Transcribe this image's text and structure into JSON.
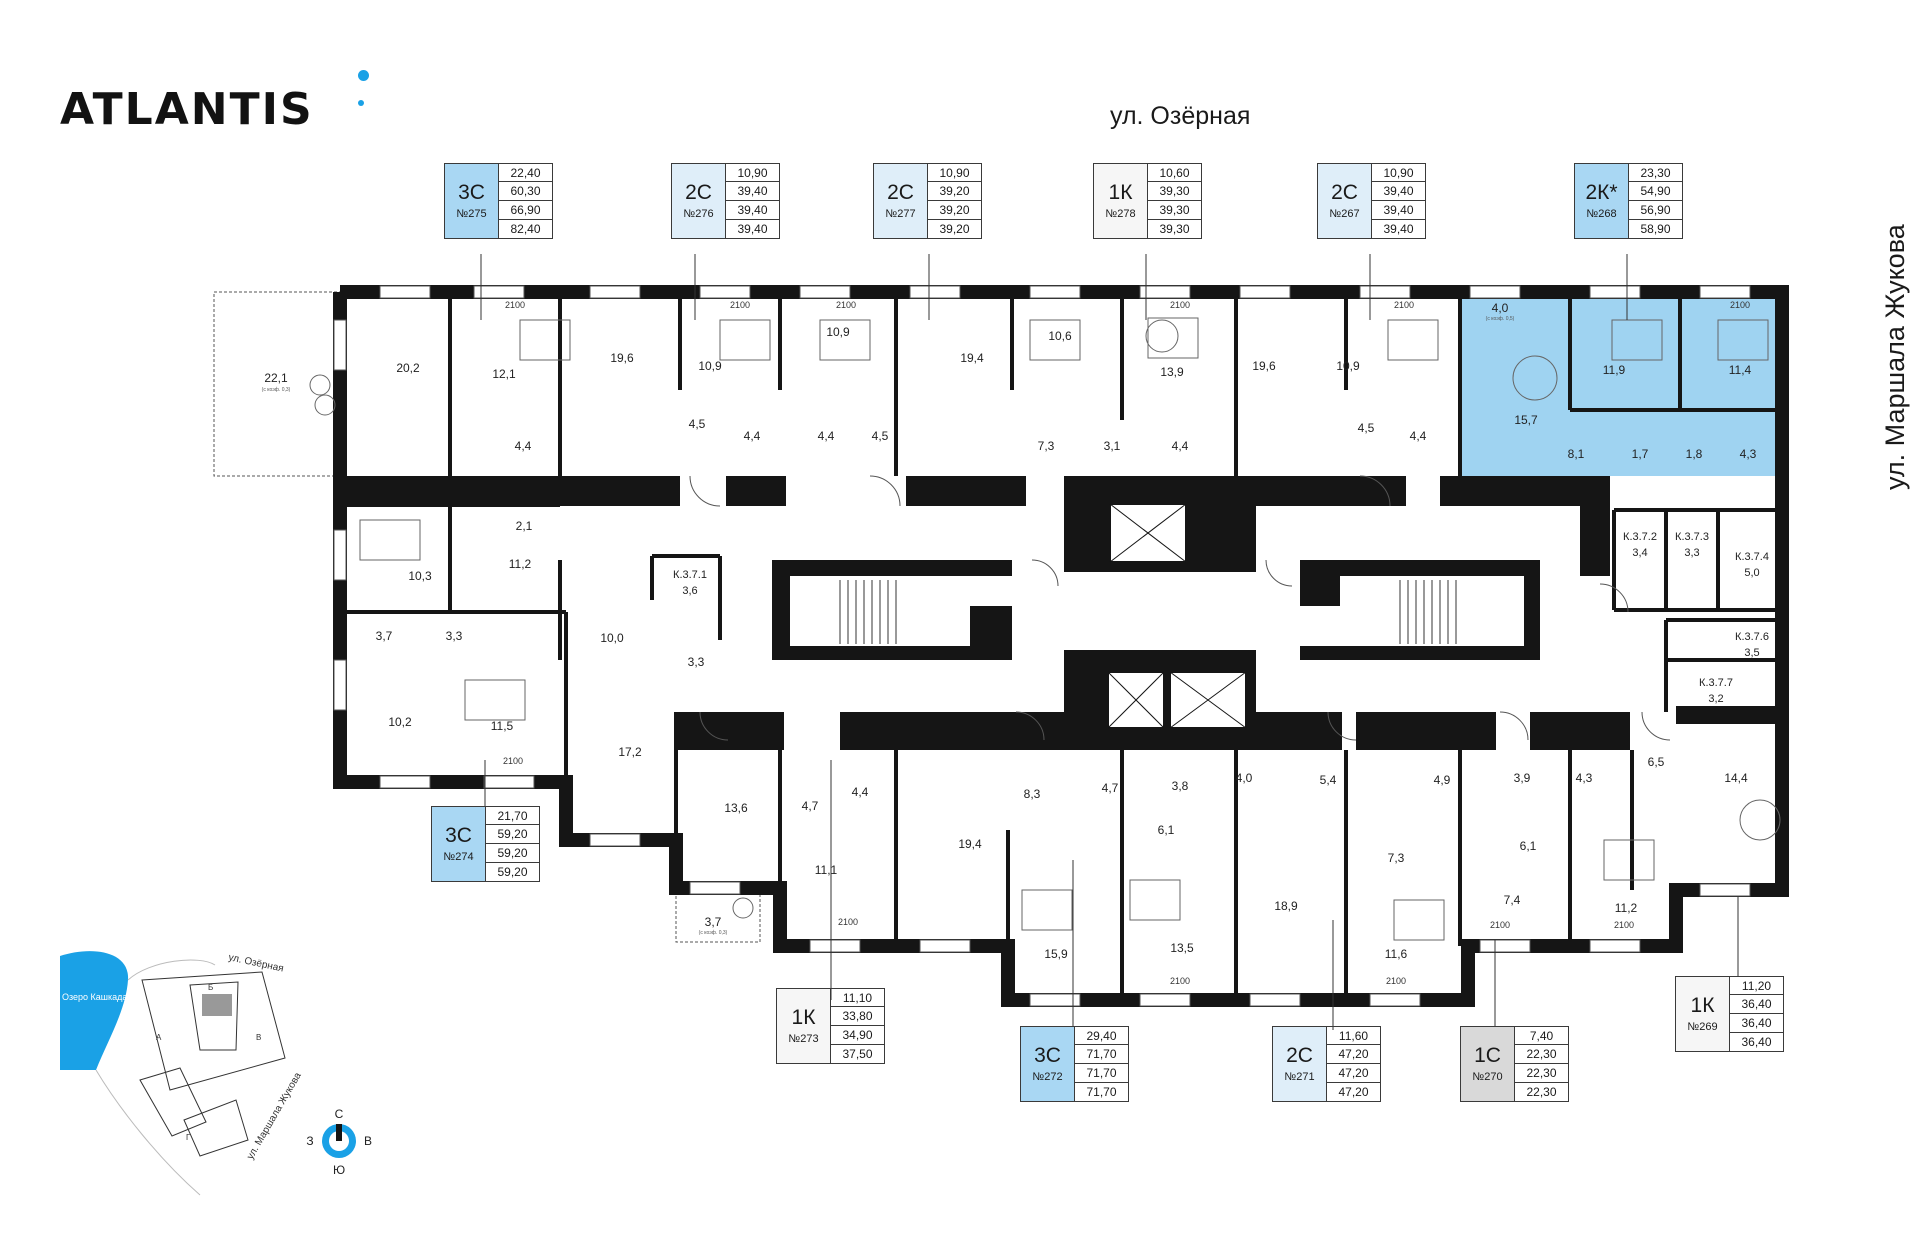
{
  "brand": {
    "name": "ATLANTIS",
    "accent_color": "#1aa1e6"
  },
  "streets": {
    "top": "ул. Озёрная",
    "right": "ул. Маршала Жукова"
  },
  "colors": {
    "wall": "#151515",
    "highlight": "#9fd3f1",
    "card_blue": "#a9d7f3",
    "card_lightblue": "#dfeef9",
    "card_grey": "#d9d9d9",
    "card_white": "#f6f6f6"
  },
  "apartments": [
    {
      "id": "275",
      "type": "3С",
      "number": "№275",
      "values": [
        "22,40",
        "60,30",
        "66,90",
        "82,40"
      ],
      "style": "blue"
    },
    {
      "id": "276",
      "type": "2С",
      "number": "№276",
      "values": [
        "10,90",
        "39,40",
        "39,40",
        "39,40"
      ],
      "style": "lblue"
    },
    {
      "id": "277",
      "type": "2С",
      "number": "№277",
      "values": [
        "10,90",
        "39,20",
        "39,20",
        "39,20"
      ],
      "style": "lblue"
    },
    {
      "id": "278",
      "type": "1К",
      "number": "№278",
      "values": [
        "10,60",
        "39,30",
        "39,30",
        "39,30"
      ],
      "style": "white"
    },
    {
      "id": "267",
      "type": "2С",
      "number": "№267",
      "values": [
        "10,90",
        "39,40",
        "39,40",
        "39,40"
      ],
      "style": "lblue"
    },
    {
      "id": "268",
      "type": "2К*",
      "number": "№268",
      "values": [
        "23,30",
        "54,90",
        "56,90",
        "58,90"
      ],
      "style": "blue"
    },
    {
      "id": "274",
      "type": "3С",
      "number": "№274",
      "values": [
        "21,70",
        "59,20",
        "59,20",
        "59,20"
      ],
      "style": "blue"
    },
    {
      "id": "273",
      "type": "1К",
      "number": "№273",
      "values": [
        "11,10",
        "33,80",
        "34,90",
        "37,50"
      ],
      "style": "white"
    },
    {
      "id": "272",
      "type": "3С",
      "number": "№272",
      "values": [
        "29,40",
        "71,70",
        "71,70",
        "71,70"
      ],
      "style": "blue"
    },
    {
      "id": "271",
      "type": "2С",
      "number": "№271",
      "values": [
        "11,60",
        "47,20",
        "47,20",
        "47,20"
      ],
      "style": "lblue"
    },
    {
      "id": "270",
      "type": "1С",
      "number": "№270",
      "values": [
        "7,40",
        "22,30",
        "22,30",
        "22,30"
      ],
      "style": "grey"
    },
    {
      "id": "269",
      "type": "1К",
      "number": "№269",
      "values": [
        "11,20",
        "36,40",
        "36,40",
        "36,40"
      ],
      "style": "white"
    }
  ],
  "rooms": [
    "22,1",
    "20,2",
    "12,1",
    "19,6",
    "10,9",
    "10,9",
    "19,4",
    "10,6",
    "13,9",
    "19,6",
    "10,9",
    "4,0",
    "11,9",
    "11,4",
    "15,7",
    "8,1",
    "1,7",
    "1,8",
    "4,3",
    "4,4",
    "4,5",
    "4,4",
    "4,4",
    "4,5",
    "7,3",
    "3,1",
    "4,4",
    "4,5",
    "4,4",
    "2,1",
    "10,3",
    "11,2",
    "3,7",
    "3,3",
    "10,0",
    "10,2",
    "11,5",
    "3,3",
    "17,2",
    "13,6",
    "4,7",
    "4,4",
    "19,4",
    "8,3",
    "4,7",
    "3,8",
    "4,0",
    "5,4",
    "4,9",
    "3,9",
    "4,3",
    "6,5",
    "14,4",
    "11,1",
    "15,9",
    "6,1",
    "13,5",
    "18,9",
    "7,3",
    "11,6",
    "6,1",
    "7,4",
    "11,2",
    "3,7"
  ],
  "room_notes": {
    "terrace_coef": "(с коэф. 0,3)",
    "loggia_coef": "(с коэф. 0,5)",
    "balcony_coef": "(с коэф. 0,3)"
  },
  "storage": [
    {
      "code": "К.3.7.1",
      "area": "3,6"
    },
    {
      "code": "К.3.7.2",
      "area": "3,4"
    },
    {
      "code": "К.3.7.3",
      "area": "3,3"
    },
    {
      "code": "К.3.7.4",
      "area": "5,0"
    },
    {
      "code": "К.3.7.6",
      "area": "3,5"
    },
    {
      "code": "К.3.7.7",
      "area": "3,2"
    }
  ],
  "window_height_label": "2100",
  "minimap": {
    "lake": "Озеро Кашкадан",
    "street_top": "ул. Озёрная",
    "street_side": "ул. Маршала Жукова",
    "section_letters": [
      "А",
      "Б",
      "В",
      "Г"
    ]
  },
  "compass": {
    "north": "С",
    "south": "Ю",
    "west": "З",
    "east": "В"
  }
}
